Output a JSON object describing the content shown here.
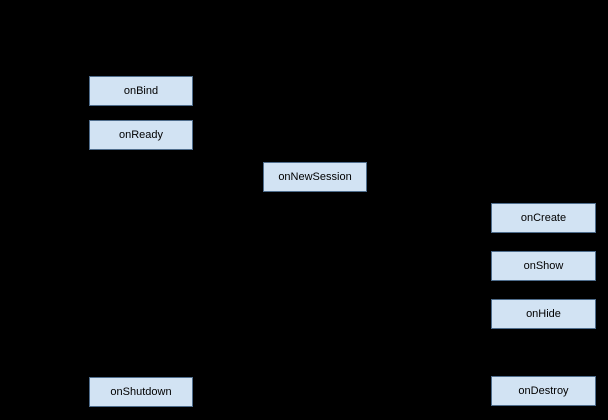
{
  "diagram": {
    "type": "lifecycle-flow-diagram",
    "colors": {
      "canvas_bg": "#000000",
      "node_fill": "#d2e3f3",
      "node_border": "#4f6d8c",
      "node_text": "#000000"
    },
    "nodes": [
      {
        "id": "onBind",
        "label": "onBind"
      },
      {
        "id": "onReady",
        "label": "onReady"
      },
      {
        "id": "onNewSession",
        "label": "onNewSession"
      },
      {
        "id": "onCreate",
        "label": "onCreate"
      },
      {
        "id": "onShow",
        "label": "onShow"
      },
      {
        "id": "onHide",
        "label": "onHide"
      },
      {
        "id": "onShutdown",
        "label": "onShutdown"
      },
      {
        "id": "onDestroy",
        "label": "onDestroy"
      }
    ]
  }
}
